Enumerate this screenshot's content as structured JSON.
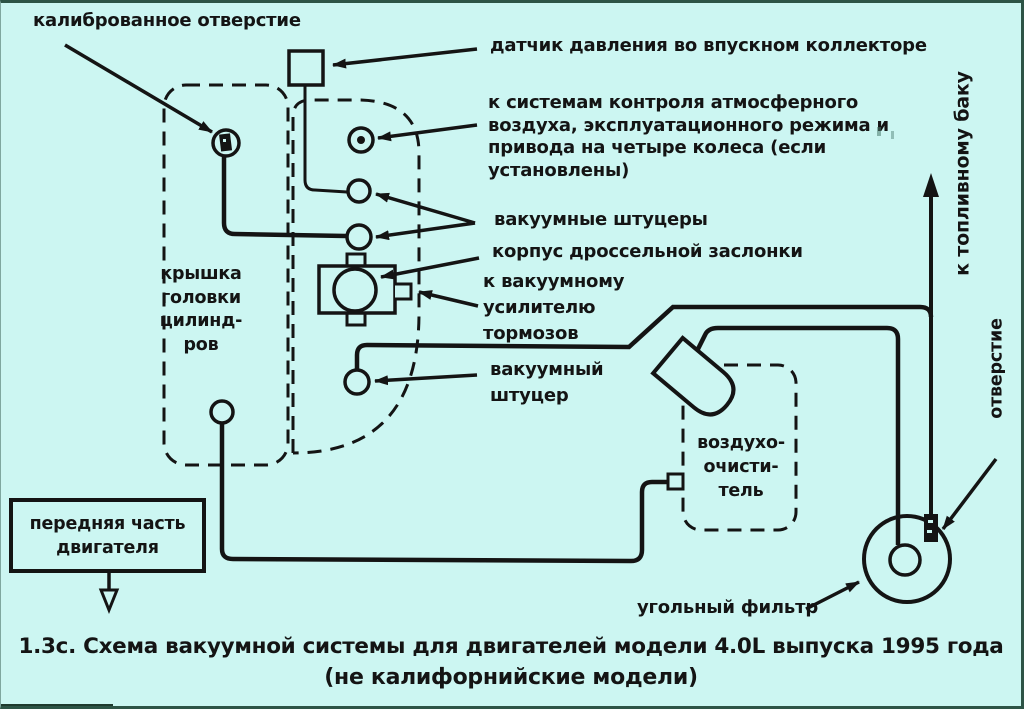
{
  "figure": {
    "caption_line1": "1.3с. Схема вакуумной системы для двигателей модели 4.0L выпуска 1995 года",
    "caption_line2": "(не калифорнийские модели)"
  },
  "colors": {
    "background": "#ccf6f2",
    "ink": "#141414",
    "frame": "#2d5446"
  },
  "labels": {
    "calibrated_orifice": "калиброванное отверстие",
    "map_sensor": "датчик давления во впускном коллекторе",
    "control_systems": "к системам контроля атмосферного\nвоздуха, эксплуатационного режима и\nпривода на четыре колеса (если\nустановлены)",
    "vacuum_fittings": "вакуумные штуцеры",
    "throttle_body": "корпус дроссельной заслонки",
    "brake_booster": "к вакуумному\nусилителю\nтормозов",
    "vacuum_fitting": "вакуумный\nштуцер",
    "valve_cover": "крышка\nголовки\nцилинд-\nров",
    "front_of_engine": "передняя часть\nдвигателя",
    "air_cleaner": "воздухо-\nочисти-\nтель",
    "carbon_filter": "угольный фильтр",
    "to_fuel_tank": "к топливному баку",
    "orifice": "отверстие"
  }
}
